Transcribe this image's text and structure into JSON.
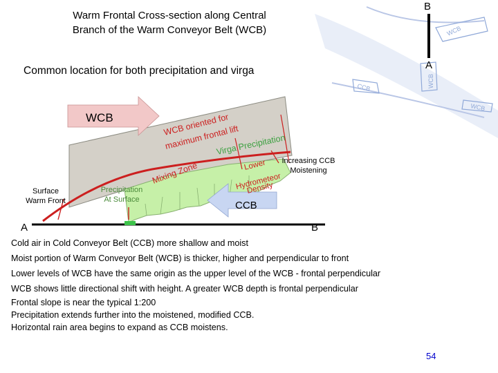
{
  "title": "Warm Frontal Cross-section along Central Branch of the Warm Conveyor Belt (WCB)",
  "subtitle": "Common location for both precipitation and virga",
  "map_inset": {
    "point_b": "B",
    "point_a": "A",
    "labels": [
      "WCB",
      "CCB",
      "WCB",
      "WCB"
    ]
  },
  "diagram": {
    "wcb_arrow_label": "WCB",
    "ccb_arrow_label": "CCB",
    "endpoint_a": "A",
    "endpoint_b": "B",
    "surface_warm_front": [
      "Surface",
      "Warm Front"
    ],
    "precip_at_surface": [
      "Precipitation",
      "At Surface"
    ],
    "wcb_oriented": [
      "WCB oriented for",
      "maximum frontal lift"
    ],
    "virga": "Virga Precipitation",
    "mixing_zone": "Mixing Zone",
    "lower_hydrometeor": [
      "Lower",
      "Hydrometeor",
      "Density"
    ],
    "increasing_ccb": [
      "Increasing CCB",
      "Moistening"
    ]
  },
  "notes": [
    "Cold air in Cold Conveyor Belt (CCB) more shallow and moist",
    "Moist portion of Warm Conveyor Belt (WCB) is thicker, higher and perpendicular to front",
    "Lower levels of WCB have the same origin as the upper level of the WCB - frontal perpendicular",
    "WCB shows little directional shift with height. A greater WCB depth is frontal perpendicular",
    "Frontal slope is near the typical 1:200",
    "Precipitation extends further into the moistened, modified CCB.",
    "Horizontal rain area begins to expand as CCB moistens."
  ],
  "page_number": "54",
  "colors": {
    "wcb_band": "#d4d0c8",
    "precip_green": "#c6f0a8",
    "front_red": "#cc1f1f",
    "ccb_arrow": "#c8d6f2",
    "wcb_arrow": "#f2c8c8",
    "map_blue": "#8fa8d8"
  }
}
